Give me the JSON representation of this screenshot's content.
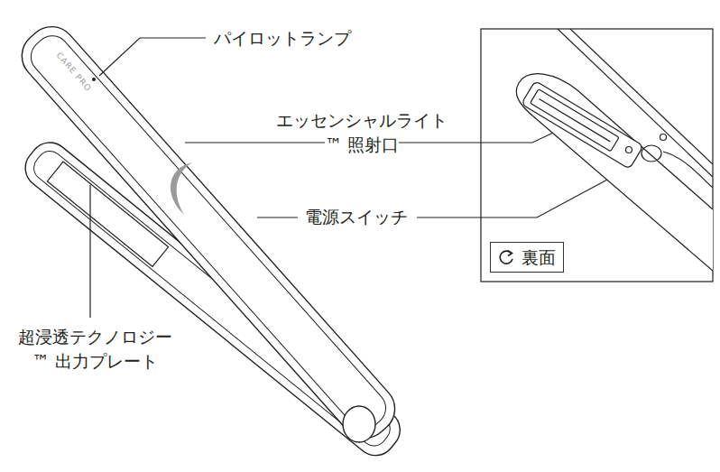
{
  "diagram": {
    "nodes": [
      {
        "text": [
          "裏面"
        ]
      }
    ],
    "labels": [
      "パイロットランプ",
      "エッセンシャルライト™ 照射口",
      "電源スイッチ",
      "超浸透テクノロジー™ 出力プレート",
      "CARE PRO"
    ]
  }
}
